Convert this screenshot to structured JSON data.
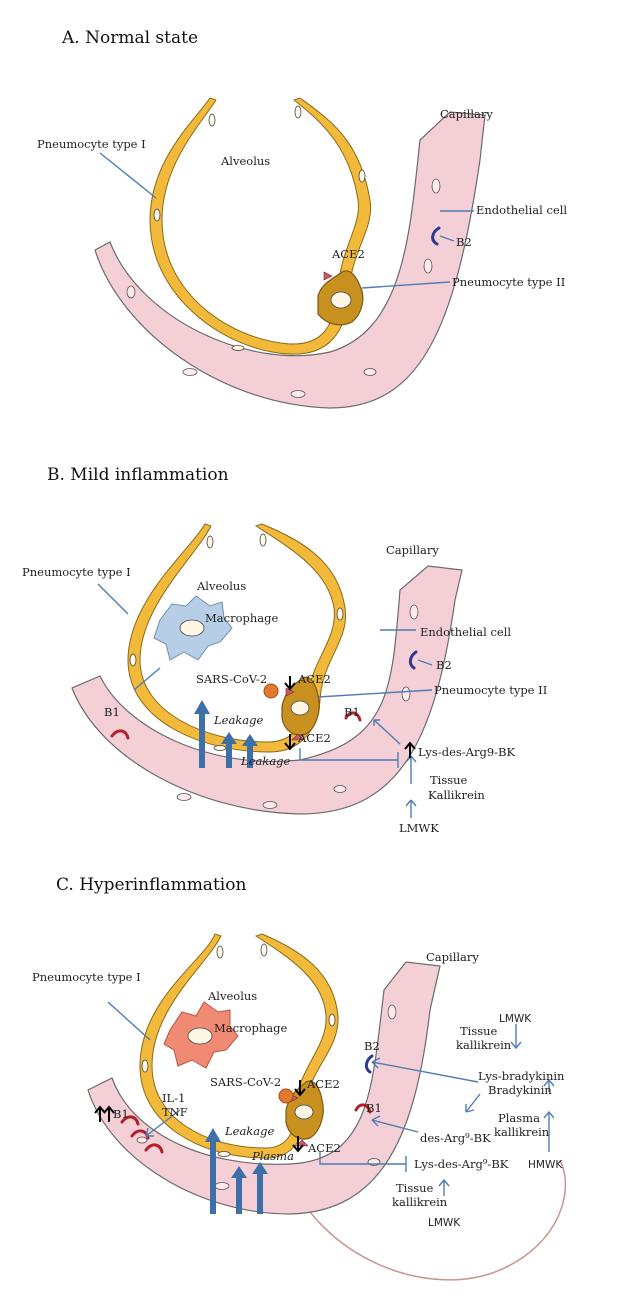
{
  "panels": [
    {
      "title": "A. Normal state",
      "labels": {
        "capillary": "Capillary",
        "alveolus": "Alveolus",
        "pneumocyte1": "Pneumocyte type I",
        "endothelial": "Endothelial cell",
        "b2": "B2",
        "ace2": "ACE2",
        "pneumocyte2": "Pneumocyte type II"
      }
    },
    {
      "title": "B. Mild inflammation",
      "labels": {
        "capillary": "Capillary",
        "alveolus": "Alveolus",
        "pneumocyte1": "Pneumocyte type I",
        "macrophage": "Macrophage",
        "endothelial": "Endothelial cell",
        "b2": "B2",
        "sars": "SARS-CoV-2",
        "ace2_top": "ACE2",
        "pneumocyte2": "Pneumocyte type II",
        "b1_left": "B1",
        "b1_right": "B1",
        "leakage1": "Leakage",
        "leakage2": "Leakage",
        "ace2_bottom": "ACE2",
        "lysdes": "Lys-des-Arg9-BK",
        "tissue": "Tissue",
        "kallikrein": "Kallikrein",
        "lmwk": "LMWK"
      }
    },
    {
      "title": "C. Hyperinflammation",
      "labels": {
        "capillary": "Capillary",
        "alveolus": "Alveolus",
        "pneumocyte1": "Pneumocyte type I",
        "macrophage": "Macrophage",
        "lmwk_top": "LMWK",
        "tissue_top": "Tissue",
        "kallikrein_top": "kallikrein",
        "b2": "B2",
        "lysbrady": "Lys-bradykinin",
        "bradykinin": "Bradykinin",
        "il1": "IL-1",
        "tnf": "TNF",
        "sars": "SARS-CoV-2",
        "ace2_top": "ACE2",
        "b1_left": "B1",
        "b1_right": "B1",
        "desarg": "des-Arg⁹-BK",
        "plasma_k1": "Plasma",
        "plasma_k2": "kallikrein",
        "leakage": "Leakage",
        "plasma": "Plasma",
        "ace2_bottom": "ACE2",
        "lysdes": "Lys-des-Arg⁹-BK",
        "hmwk": "HMWK",
        "tissue_bot": "Tissue",
        "kallikrein_bot": "kallikrein",
        "lmwk_bot": "LMWK"
      }
    }
  ]
}
